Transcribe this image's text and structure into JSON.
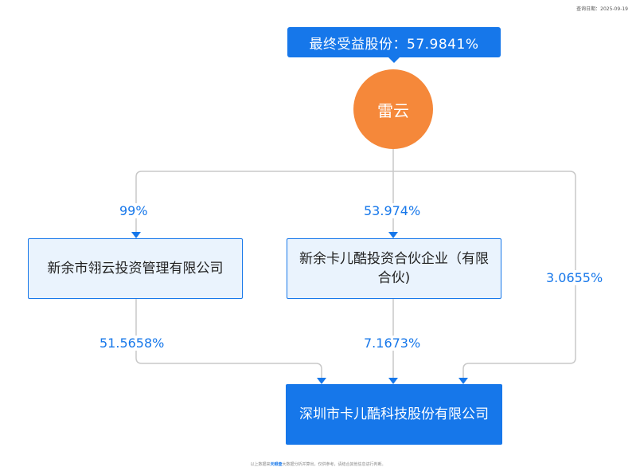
{
  "query_date": "查询日期：2025-09-19",
  "beneficiary": {
    "label": "最终受益股份：57.9841%",
    "name": "雷云"
  },
  "edges": {
    "person_to_a": "99%",
    "person_to_b": "53.974%",
    "person_to_target": "3.0655%",
    "a_to_target": "51.5658%",
    "b_to_target": "7.1673%"
  },
  "nodes": {
    "a": "新余市翎云投资管理有限公司",
    "b": "新余卡儿酷投资合伙企业（有限合伙)",
    "target": "深圳市卡儿酷科技股份有限公司"
  },
  "footer": {
    "prefix": "以上数据来",
    "brand": "天眼查",
    "suffix": "大数据分析并算出，仅供参考，请结合其他信息进行判断。"
  },
  "colors": {
    "accent": "#1677ea",
    "person": "#f5883a",
    "line": "#c8c8c8"
  }
}
